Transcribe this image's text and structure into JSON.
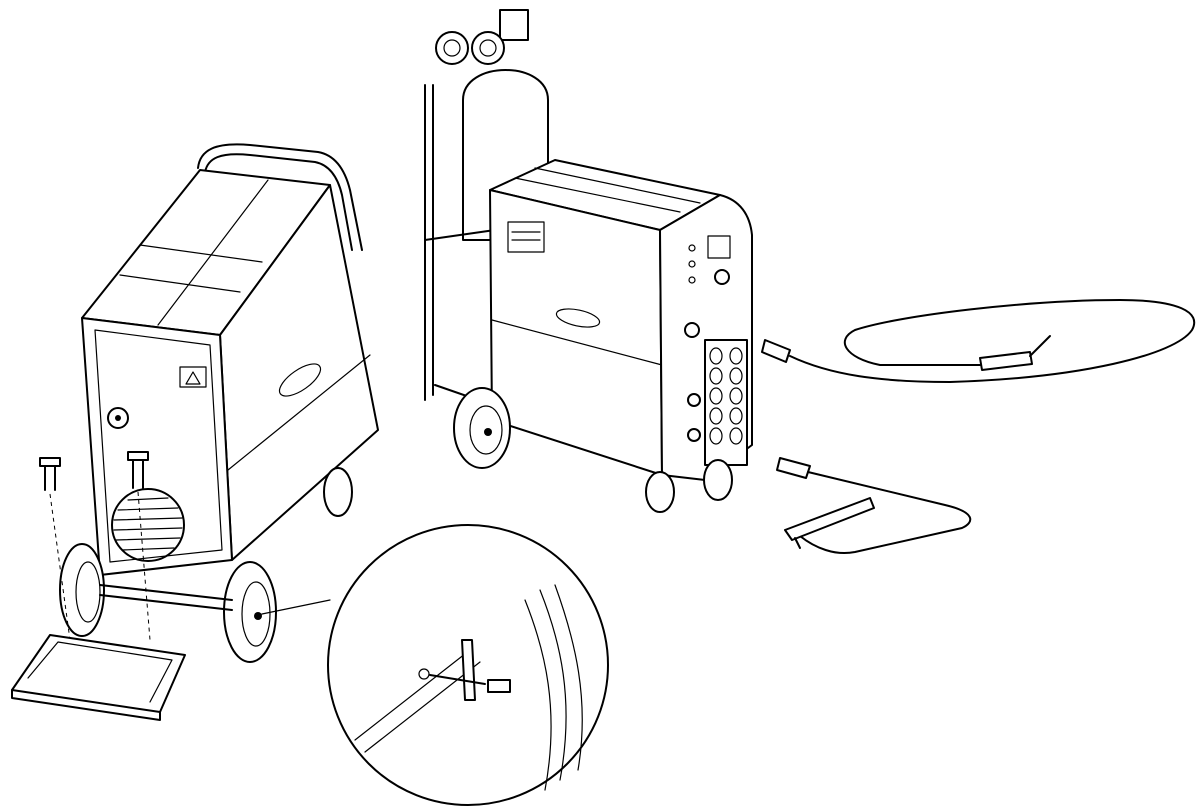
{
  "colors": {
    "line": "#000000",
    "background": "#ffffff"
  },
  "diagram": {
    "style": "technical-line-drawing",
    "components": [
      "welder-rear-view",
      "wheel-bolt",
      "cylinder-tray",
      "detail-circle",
      "welder-front-view",
      "gas-cylinder",
      "torch-cable",
      "earth-cable",
      "earth-clamp",
      "warning-triangle-icon"
    ]
  }
}
